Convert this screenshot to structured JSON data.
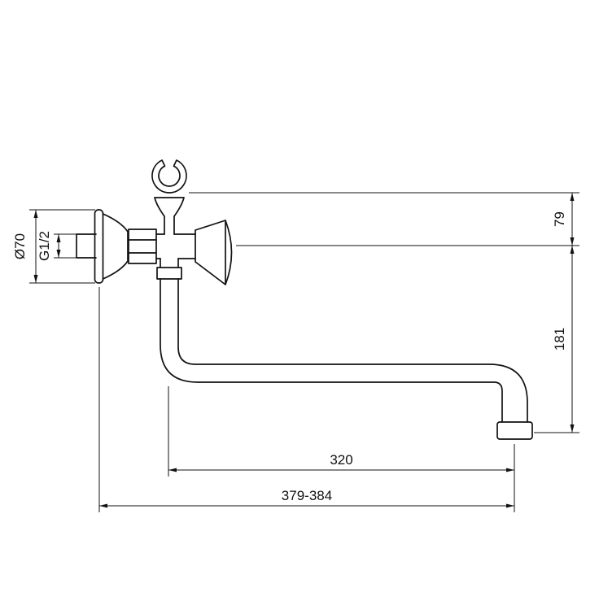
{
  "drawing": {
    "kind": "technical dimension drawing",
    "subject": "wall-mounted faucet with S-spout and shower holder",
    "colors": {
      "line": "#111111",
      "background": "#ffffff"
    },
    "labels": {
      "flange_diameter": "Ø70",
      "thread": "G1/2",
      "height_holder": "79",
      "height_spout": "181",
      "reach_spout": "320",
      "reach_total": "379-384"
    }
  }
}
